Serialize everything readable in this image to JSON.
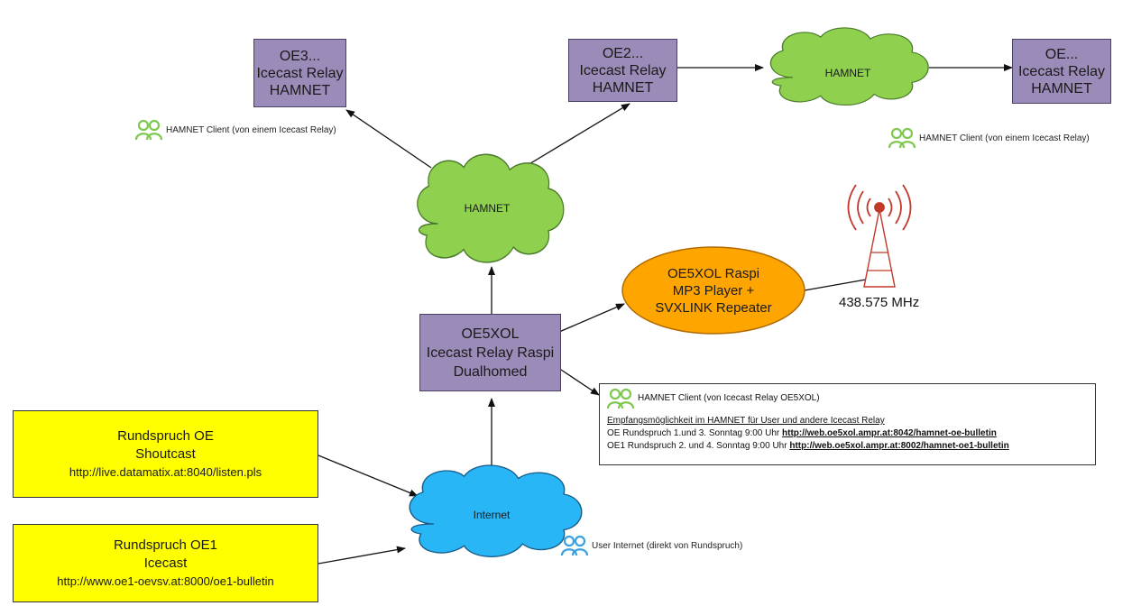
{
  "relays": {
    "oe3": [
      "OE3...",
      "Icecast Relay",
      "HAMNET"
    ],
    "oe2": [
      "OE2...",
      "Icecast Relay",
      "HAMNET"
    ],
    "oe": [
      "OE...",
      "Icecast Relay",
      "HAMNET"
    ],
    "oe5xol": [
      "OE5XOL",
      "Icecast Relay Raspi",
      "Dualhomed"
    ]
  },
  "clouds": {
    "hamnet_top": "HAMNET",
    "hamnet_center": "HAMNET",
    "internet": "Internet"
  },
  "raspi": [
    "OE5XOL Raspi",
    "MP3 Player +",
    "SVXLINK Repeater"
  ],
  "frequency": "438.575 MHz",
  "sources": {
    "oe": {
      "title1": "Rundspruch OE",
      "title2": "Shoutcast",
      "url": "http://live.datamatix.at:8040/listen.pls"
    },
    "oe1": {
      "title1": "Rundspruch OE1",
      "title2": "Icecast",
      "url": "http://www.oe1-oevsv.at:8000/oe1-bulletin"
    }
  },
  "clients": {
    "left": "HAMNET Client (von einem Icecast Relay)",
    "right": "HAMNET Client (von einem Icecast Relay)",
    "internet": "User Internet (direkt von Rundspruch)"
  },
  "info": {
    "header": "HAMNET Client (von Icecast Relay OE5XOL)",
    "line1": "Empfangsmöglichkeit im HAMNET für User und andere Icecast Relay",
    "line2_text": "OE Rundspruch 1.und 3. Sonntag 9:00 Uhr ",
    "line2_link": "http://web.oe5xol.ampr.at:8042/hamnet-oe-bulletin",
    "line3_text": "OE1 Rundspruch 2. und 4. Sonntag 9:00 Uhr ",
    "line3_link": "http://web.oe5xol.ampr.at:8002/hamnet-oe1-bulletin"
  },
  "colors": {
    "relay": "#9b8bb8",
    "cloud_hamnet": "#8fd14f",
    "cloud_internet": "#29b6f6",
    "raspi": "#ffa500",
    "source": "#ffff00",
    "client_icon": "#7ec850",
    "client_icon_internet": "#3aa0e0",
    "antenna": "#c0392b"
  }
}
